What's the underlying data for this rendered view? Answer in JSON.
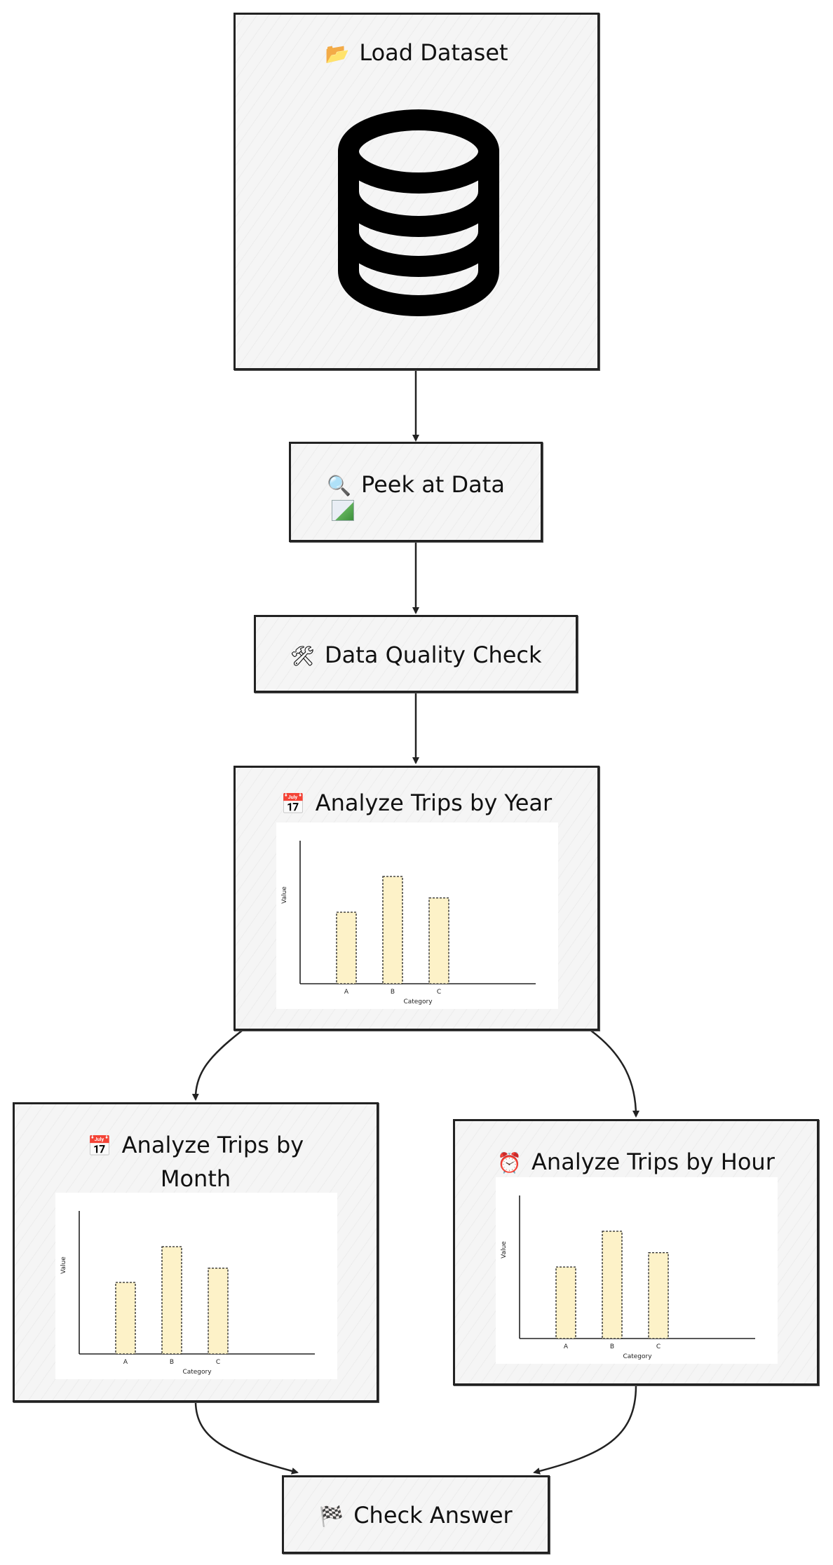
{
  "nodes": {
    "load": {
      "title": "Load Dataset",
      "icon": "open-folder-icon",
      "image": "database-icon"
    },
    "peek": {
      "title": "Peek at Data",
      "icon": "magnifying-glass-icon",
      "image": "broken-image-icon"
    },
    "quality": {
      "title": "Data Quality Check",
      "icon": "hammer-and-wrench-icon"
    },
    "year": {
      "title": "Analyze Trips by Year",
      "icon": "calendar-icon"
    },
    "month": {
      "title_line1": "Analyze Trips by",
      "title_line2": "Month",
      "icon": "calendar-icon"
    },
    "hour": {
      "title": "Analyze Trips by Hour",
      "icon": "alarm-clock-icon"
    },
    "check": {
      "title": "Check Answer",
      "icon": "chequered-flag-icon"
    }
  },
  "edges": [
    {
      "from": "load",
      "to": "peek"
    },
    {
      "from": "peek",
      "to": "quality"
    },
    {
      "from": "quality",
      "to": "year"
    },
    {
      "from": "year",
      "to": "month"
    },
    {
      "from": "year",
      "to": "hour"
    },
    {
      "from": "month",
      "to": "check"
    },
    {
      "from": "hour",
      "to": "check"
    }
  ],
  "chart_data": [
    {
      "type": "bar",
      "categories": [
        "A",
        "B",
        "C"
      ],
      "values": [
        5,
        7.5,
        6
      ],
      "xlabel": "Category",
      "ylabel": "Value",
      "ylim": [
        0,
        10
      ],
      "bar_color": "#fdf2c8"
    },
    {
      "type": "bar",
      "categories": [
        "A",
        "B",
        "C"
      ],
      "values": [
        5,
        7.5,
        6
      ],
      "xlabel": "Category",
      "ylabel": "Value",
      "ylim": [
        0,
        10
      ],
      "bar_color": "#fdf2c8"
    },
    {
      "type": "bar",
      "categories": [
        "A",
        "B",
        "C"
      ],
      "values": [
        5,
        7.5,
        6
      ],
      "xlabel": "Category",
      "ylabel": "Value",
      "ylim": [
        0,
        10
      ],
      "bar_color": "#fdf2c8"
    }
  ]
}
